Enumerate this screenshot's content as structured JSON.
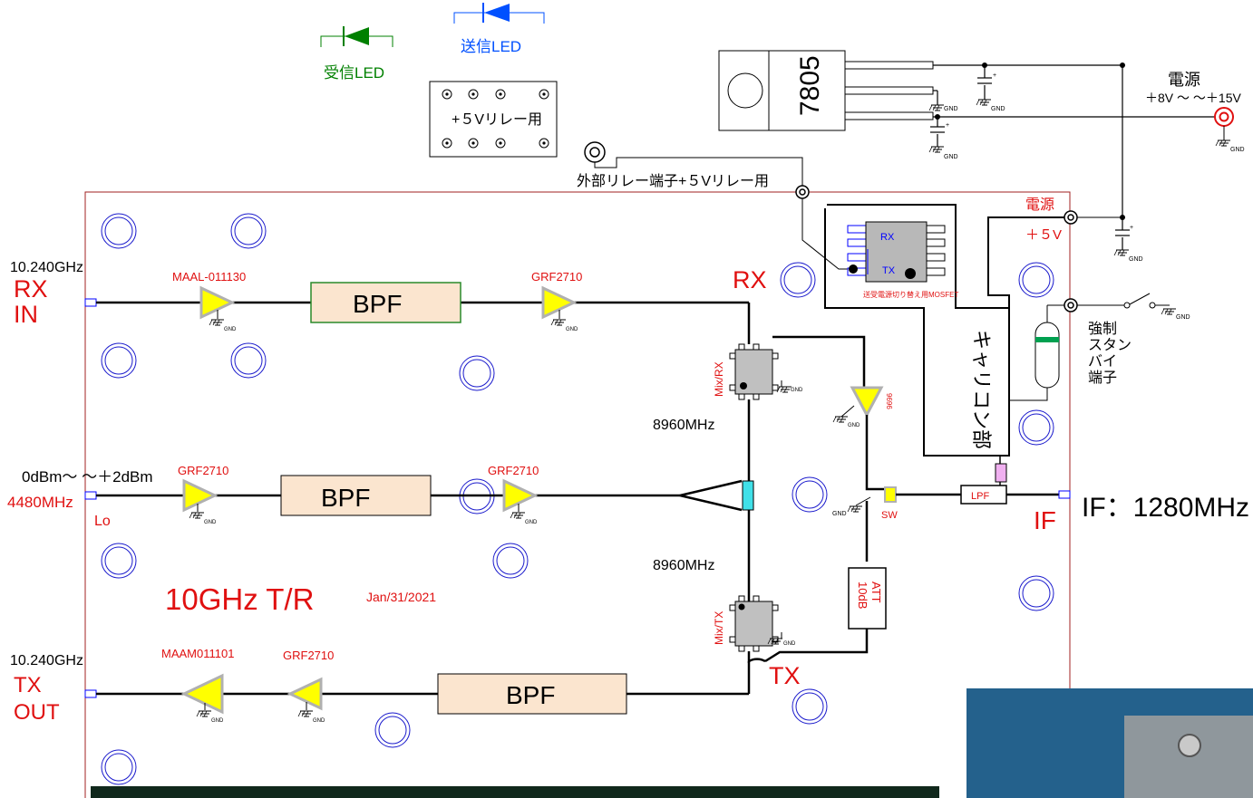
{
  "title": "10GHz T/R",
  "date": "Jan/31/2021",
  "leds": {
    "rx": "受信LED",
    "tx": "送信LED"
  },
  "relay": {
    "label": "+５Vリレー用",
    "ext_terminal": "外部リレー端子+５Vリレー用"
  },
  "regulator": {
    "label": "7805"
  },
  "power": {
    "label": "電源",
    "range": "＋8V ～ ～＋15V",
    "gnd": "GND",
    "inner_label": "電源",
    "inner_value": "＋５V"
  },
  "ports": {
    "rx_freq": "10.240GHz",
    "rx_l1": "RX",
    "rx_l2": "IN",
    "lo_level": "0dBm～ ～＋2dBm",
    "lo_freq": "4480MHz",
    "lo_tag": "Lo",
    "tx_freq": "10.240GHz",
    "tx_l1": "TX",
    "tx_l2": "OUT",
    "if_tag": "IF",
    "if_freq": "IF：1280MHz"
  },
  "parts": {
    "maal": "MAAL-011130",
    "grf_rx": "GRF2710",
    "grf_lo1": "GRF2710",
    "grf_lo2": "GRF2710",
    "maam": "MAAM011101",
    "grf_tx": "GRF2710",
    "bpf": "BPF",
    "mix_rx": "Mix/RX",
    "mix_tx": "Mix/TX",
    "if_amp": "9696",
    "sw": "SW",
    "att1": "ATT",
    "att2": "10dB",
    "lpf": "LPF",
    "mosfet": "送受電源切り替え用MOSFET",
    "mosfet_rx": "RX",
    "mosfet_tx": "TX",
    "carrycon": "キャリコン部",
    "standby": [
      "強制",
      "スタン",
      "バイ",
      "端子"
    ]
  },
  "labels": {
    "rx": "RX",
    "tx": "TX",
    "freq_a": "8960MHz",
    "freq_b": "8960MHz"
  },
  "colors": {
    "board": "#a02020",
    "red": "#e01010",
    "amp": "#ffff00",
    "bpf": "#fbe5cf",
    "green_led": "#008000",
    "blue_led": "#0050ff"
  }
}
